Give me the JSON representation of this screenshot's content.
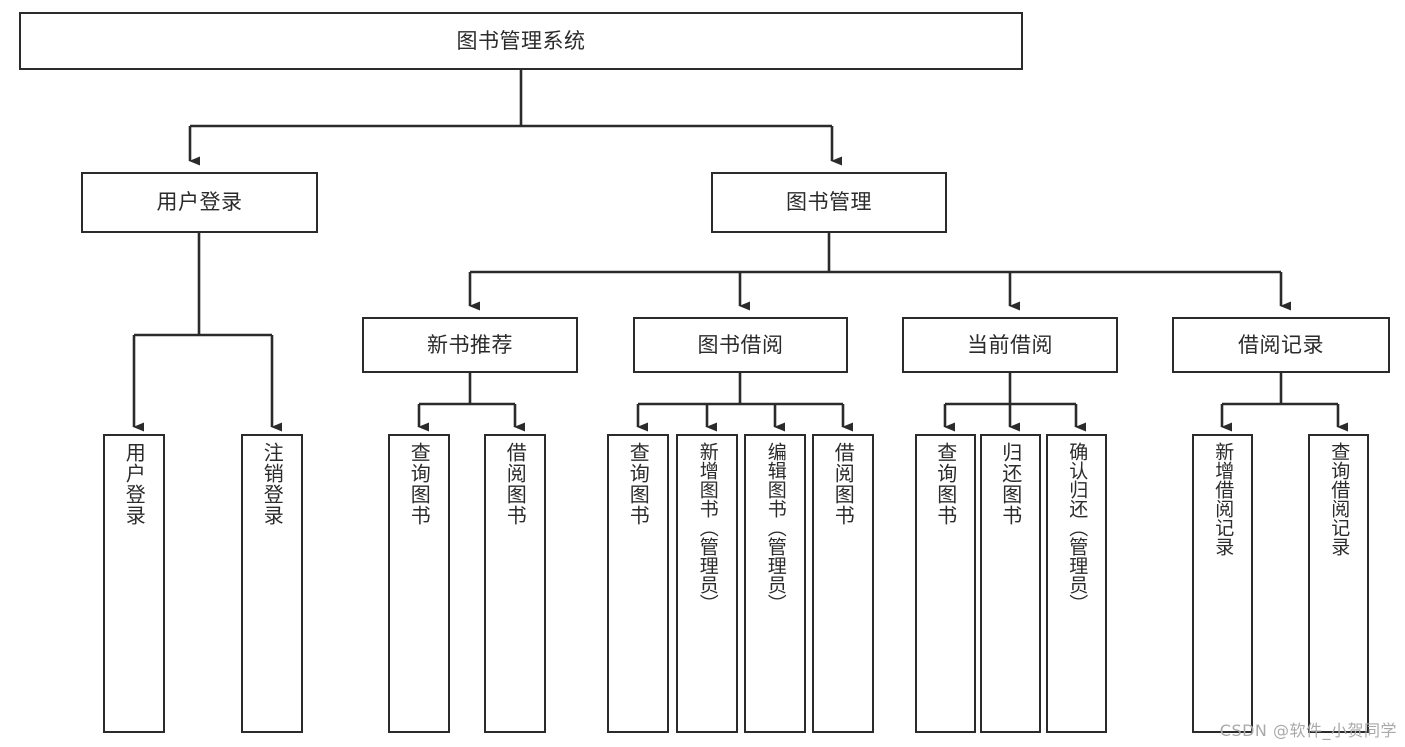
{
  "diagram": {
    "title": "图书管理系统",
    "type": "hierarchy-tree",
    "watermark": "CSDN @软件_小贺同学",
    "colors": {
      "stroke": "#2b2b2b",
      "fill": "#ffffff",
      "text": "#2b2b2b",
      "watermark": "#a9a9a9"
    },
    "levels": [
      {
        "level": 1,
        "nodes": [
          {
            "id": "root",
            "label": "图书管理系统",
            "orientation": "horizontal"
          }
        ]
      },
      {
        "level": 2,
        "nodes": [
          {
            "id": "login",
            "label": "用户登录",
            "orientation": "horizontal",
            "parent": "root"
          },
          {
            "id": "bookmgmt",
            "label": "图书管理",
            "orientation": "horizontal",
            "parent": "root"
          }
        ]
      },
      {
        "level": 3,
        "nodes": [
          {
            "id": "newbook",
            "label": "新书推荐",
            "orientation": "horizontal",
            "parent": "bookmgmt"
          },
          {
            "id": "borrow",
            "label": "图书借阅",
            "orientation": "horizontal",
            "parent": "bookmgmt"
          },
          {
            "id": "current",
            "label": "当前借阅",
            "orientation": "horizontal",
            "parent": "bookmgmt"
          },
          {
            "id": "record",
            "label": "借阅记录",
            "orientation": "horizontal",
            "parent": "bookmgmt"
          }
        ]
      },
      {
        "level": 4,
        "nodes": [
          {
            "id": "leaf1",
            "label": "用户登录",
            "orientation": "vertical",
            "parent": "login"
          },
          {
            "id": "leaf2",
            "label": "注销登录",
            "orientation": "vertical",
            "parent": "login"
          },
          {
            "id": "leaf3",
            "label": "查询图书",
            "orientation": "vertical",
            "parent": "newbook"
          },
          {
            "id": "leaf4",
            "label": "借阅图书",
            "orientation": "vertical",
            "parent": "newbook"
          },
          {
            "id": "leaf5",
            "label": "查询图书",
            "orientation": "vertical",
            "parent": "borrow"
          },
          {
            "id": "leaf6",
            "label": "新增图书（管理员）",
            "orientation": "vertical",
            "parent": "borrow"
          },
          {
            "id": "leaf7",
            "label": "编辑图书（管理员）",
            "orientation": "vertical",
            "parent": "borrow"
          },
          {
            "id": "leaf8",
            "label": "借阅图书",
            "orientation": "vertical",
            "parent": "borrow"
          },
          {
            "id": "leaf9",
            "label": "查询图书",
            "orientation": "vertical",
            "parent": "current"
          },
          {
            "id": "leaf10",
            "label": "归还图书",
            "orientation": "vertical",
            "parent": "current"
          },
          {
            "id": "leaf11",
            "label": "确认归还（管理员）",
            "orientation": "vertical",
            "parent": "current"
          },
          {
            "id": "leaf12",
            "label": "新增借阅记录",
            "orientation": "vertical",
            "parent": "record"
          },
          {
            "id": "leaf13",
            "label": "查询借阅记录",
            "orientation": "vertical",
            "parent": "record"
          }
        ]
      }
    ]
  }
}
